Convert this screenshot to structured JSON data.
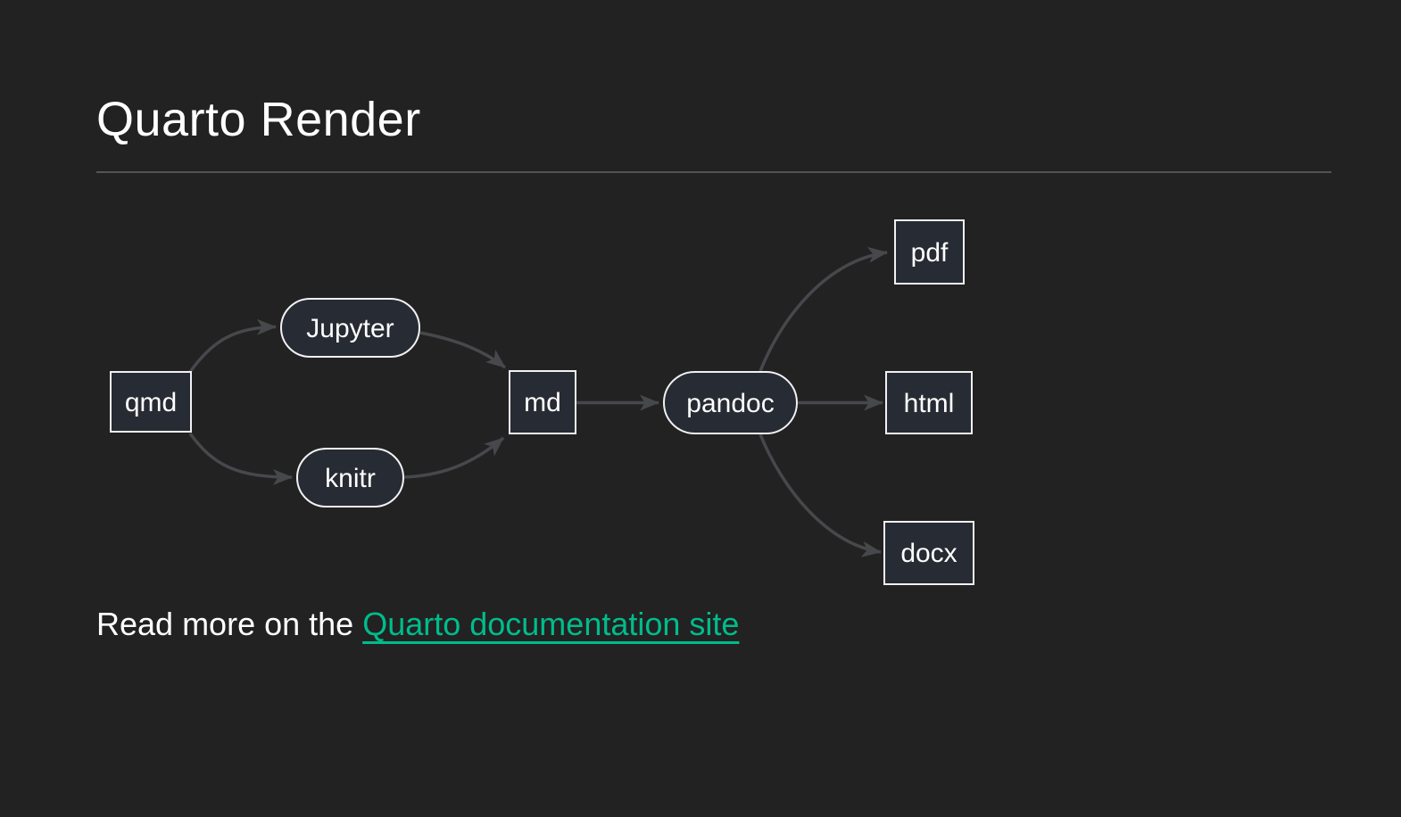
{
  "page": {
    "title": "Quarto Render",
    "background_color": "#222222",
    "heading_color": "#ffffff",
    "rule_color": "#545454"
  },
  "footer": {
    "text_prefix": "Read more on the ",
    "link_label": "Quarto documentation site",
    "link_color": "#00bc8c"
  },
  "diagram": {
    "type": "flowchart",
    "direction": "left-to-right",
    "edge_color": "#47484c",
    "node_fill": "#272b33",
    "node_border_color": "#f1f1f4",
    "node_text_color": "#ffffff",
    "nodes": [
      {
        "id": "qmd",
        "label": "qmd",
        "shape": "rect"
      },
      {
        "id": "jupyter",
        "label": "Jupyter",
        "shape": "stadium"
      },
      {
        "id": "knitr",
        "label": "knitr",
        "shape": "stadium"
      },
      {
        "id": "md",
        "label": "md",
        "shape": "rect"
      },
      {
        "id": "pandoc",
        "label": "pandoc",
        "shape": "stadium"
      },
      {
        "id": "pdf",
        "label": "pdf",
        "shape": "rect"
      },
      {
        "id": "html",
        "label": "html",
        "shape": "rect"
      },
      {
        "id": "docx",
        "label": "docx",
        "shape": "rect"
      }
    ],
    "edges": [
      {
        "from": "qmd",
        "to": "jupyter"
      },
      {
        "from": "qmd",
        "to": "knitr"
      },
      {
        "from": "jupyter",
        "to": "md"
      },
      {
        "from": "knitr",
        "to": "md"
      },
      {
        "from": "md",
        "to": "pandoc"
      },
      {
        "from": "pandoc",
        "to": "pdf"
      },
      {
        "from": "pandoc",
        "to": "html"
      },
      {
        "from": "pandoc",
        "to": "docx"
      }
    ]
  }
}
